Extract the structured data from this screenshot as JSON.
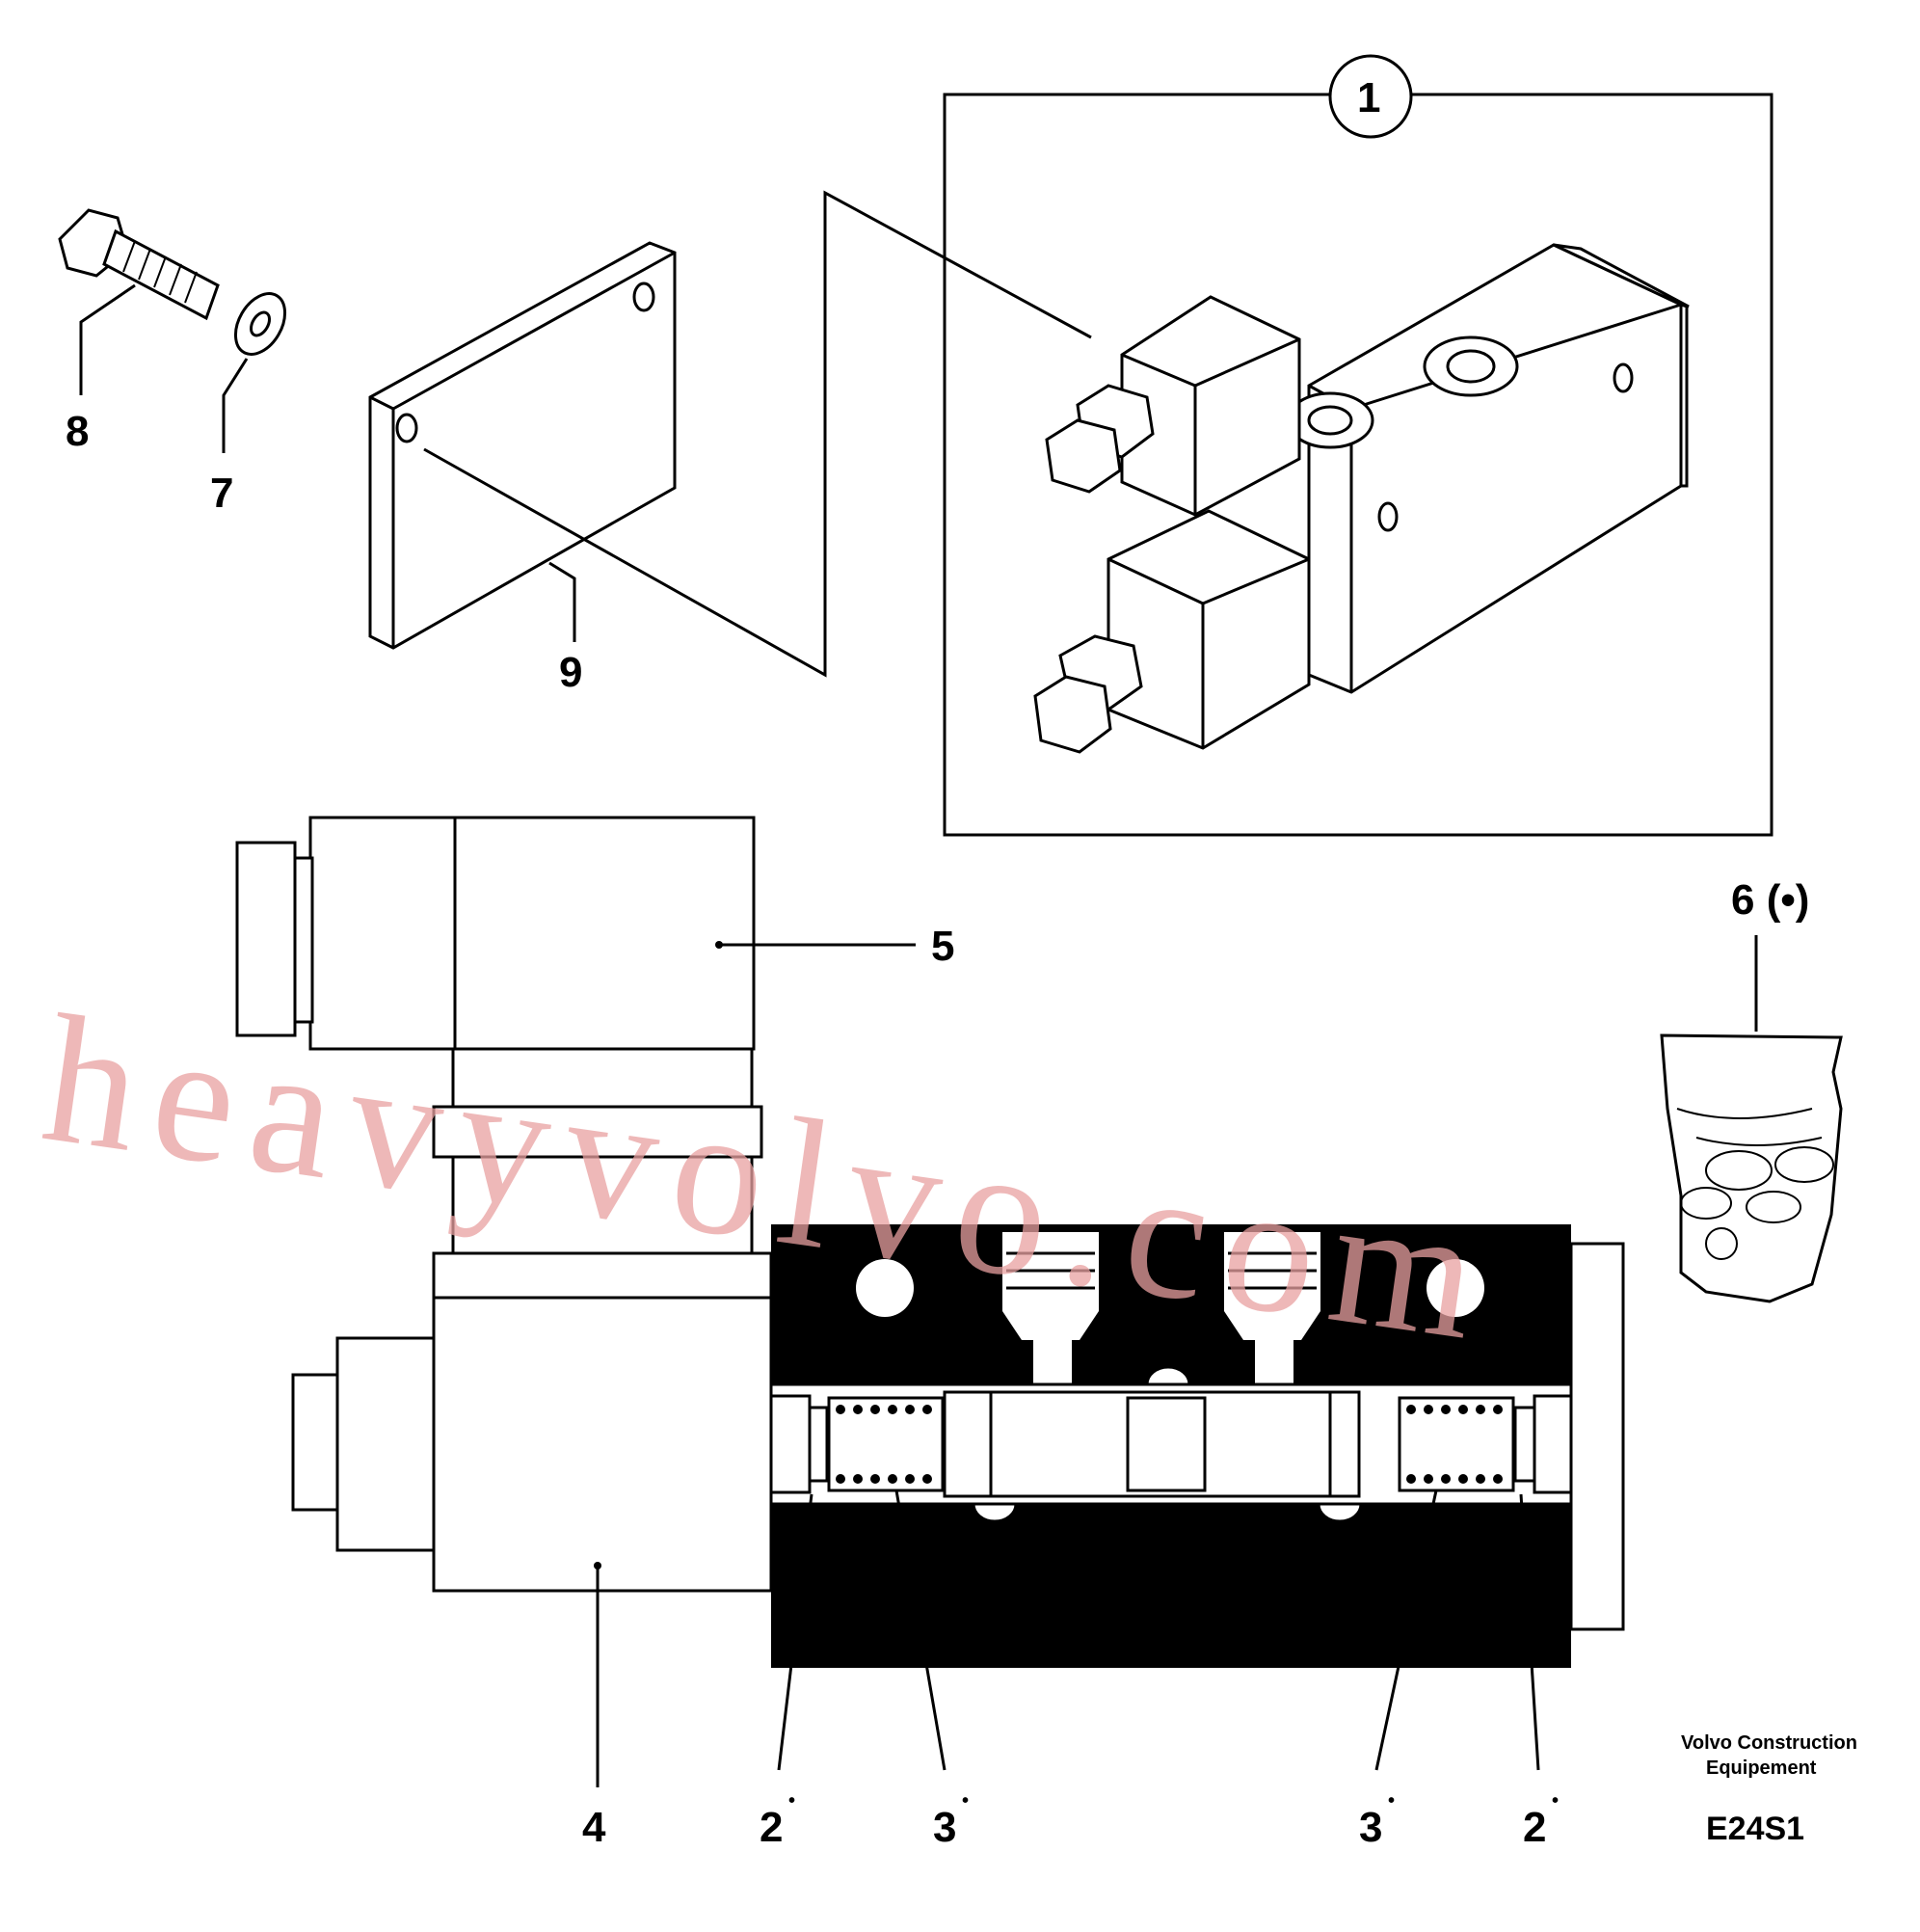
{
  "labels": {
    "item1": "1",
    "item2_left": "2",
    "item2_right": "2",
    "item3_left": "3",
    "item3_right": "3",
    "item4": "4",
    "item5": "5",
    "item6": "6 (•)",
    "item7": "7",
    "item8": "8",
    "item9": "9",
    "bullet": "•"
  },
  "credit": {
    "line1": "Volvo Construction",
    "line2": "Equipement"
  },
  "figure_code": "E24S1",
  "watermark": "heavyvolvo.com",
  "colors": {
    "line": "#000000",
    "watermark": "#e8a0a0",
    "background": "#ffffff"
  }
}
